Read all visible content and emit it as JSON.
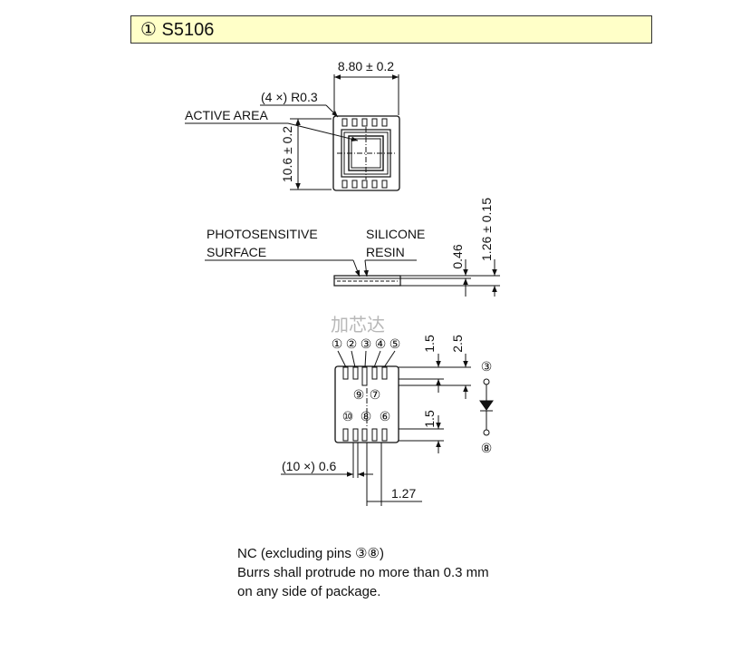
{
  "title": "① S5106",
  "top_view": {
    "width_dim": "8.80 ± 0.2",
    "radius_dim": "(4 ×) R0.3",
    "active_area": "ACTIVE AREA",
    "height_dim": "10.6 ± 0.2"
  },
  "side_view": {
    "photosensitive_line1": "PHOTOSENSITIVE",
    "photosensitive_line2": "SURFACE",
    "silicone_line1": "SILICONE",
    "silicone_line2": "RESIN",
    "dim_046": "0.46",
    "dim_126": "1.26 ± 0.15"
  },
  "watermark": "加芯达",
  "bottom_view": {
    "pins_top": [
      "①",
      "②",
      "③",
      "④",
      "⑤"
    ],
    "pins_mid": [
      "⑨",
      "⑦"
    ],
    "pins_bottom": [
      "⑩",
      "⑧",
      "⑥"
    ],
    "dim_15_top": "1.5",
    "dim_25": "2.5",
    "dim_15_bottom": "1.5",
    "pad_dim": "(10 ×) 0.6",
    "pitch_dim": "1.27"
  },
  "schematic": {
    "anode_pin": "③",
    "cathode_pin": "⑧"
  },
  "notes": [
    "NC (excluding pins ③⑧)",
    "Burrs shall protrude no more than 0.3 mm",
    "on any side of package."
  ]
}
